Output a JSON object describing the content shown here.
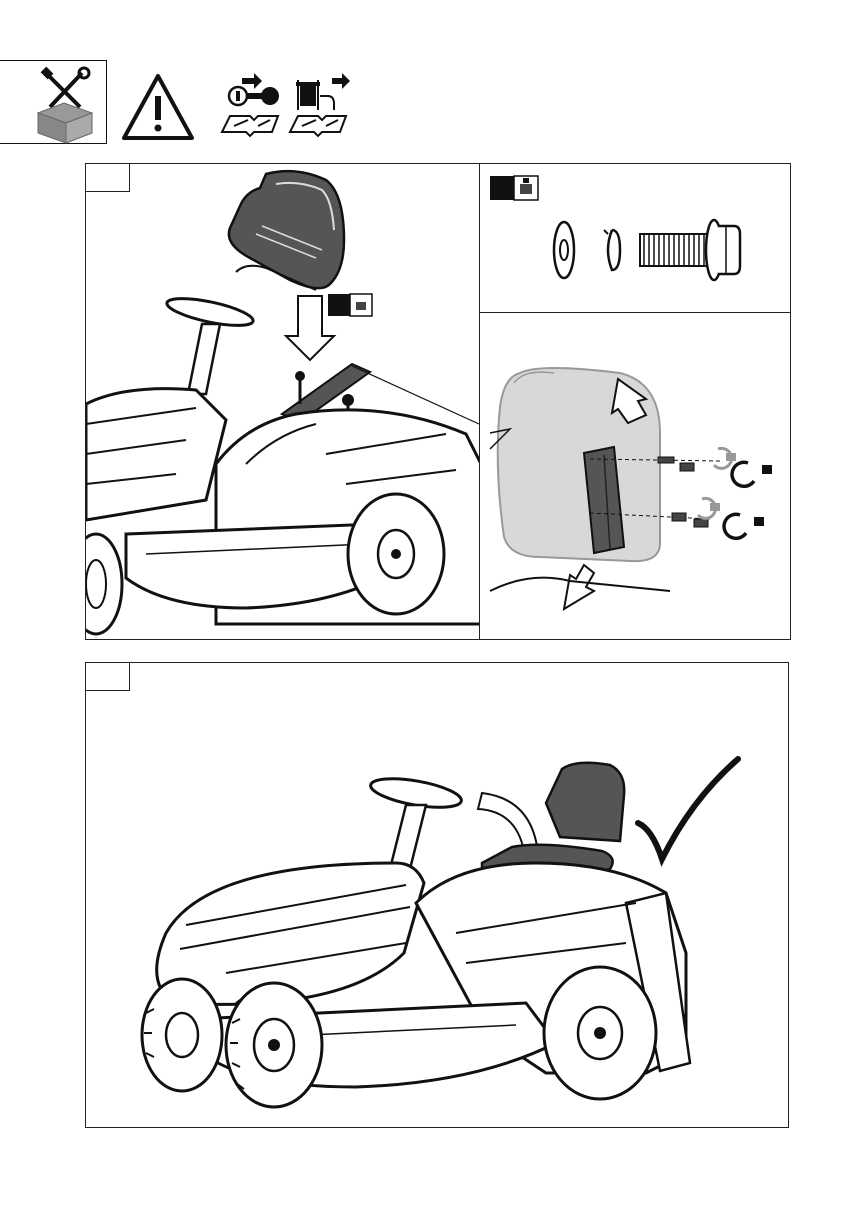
{
  "page": {
    "header_icons": [
      {
        "name": "tools-and-box-icon"
      },
      {
        "name": "warning-triangle-icon"
      },
      {
        "name": "key-removed-manual-icon"
      },
      {
        "name": "battery-disconnected-manual-icon"
      }
    ],
    "panel_1": {
      "step_label": "",
      "parts": [
        "washer",
        "spring-lock-washer",
        "flange-bolt"
      ],
      "detail_icons": [
        "unlock-loosen-icon",
        "lock-tighten-icon"
      ]
    },
    "panel_2": {
      "step_label": "",
      "result_icon": "checkmark-icon"
    },
    "colors": {
      "line": "#111111",
      "part_fill": "#555555",
      "ghost_fill": "#d8d8d8"
    }
  }
}
